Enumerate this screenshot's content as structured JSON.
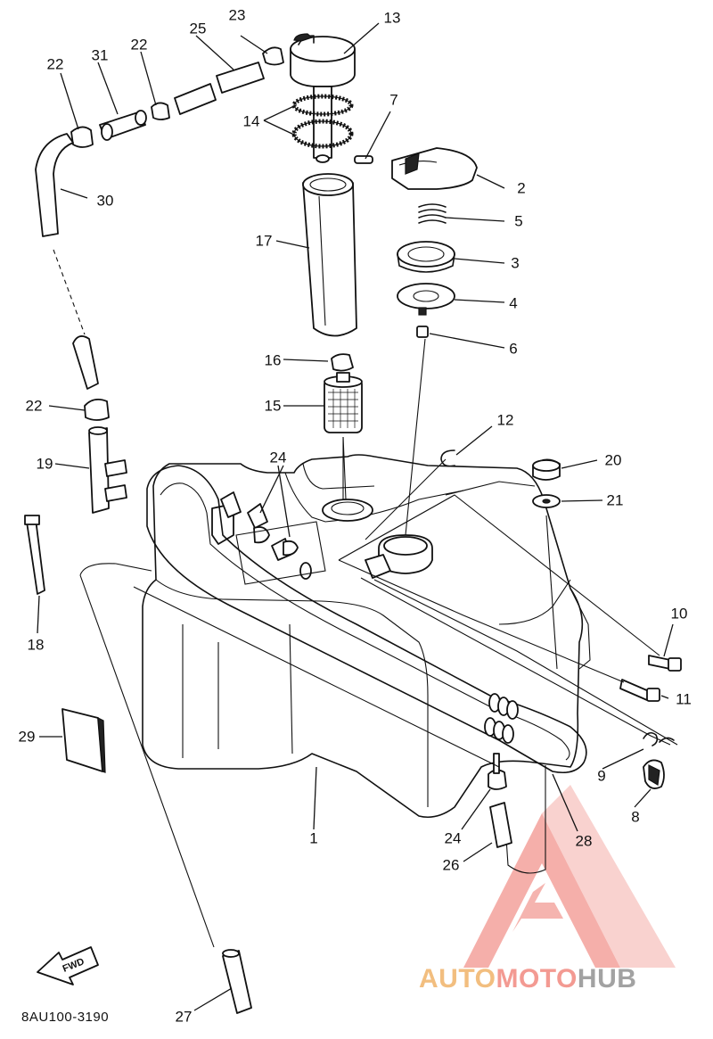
{
  "diagram": {
    "code": "8AU100-3190",
    "fwd_label": "FWD",
    "watermark": {
      "parts": [
        "AUTO",
        "MOTO",
        "HUB"
      ],
      "colors": [
        "#f2be7f",
        "#f39a92",
        "#a2a2a2"
      ],
      "triangle_color": "#f08a82"
    },
    "callouts": {
      "c1": "1",
      "c2": "2",
      "c3": "3",
      "c4": "4",
      "c5": "5",
      "c6": "6",
      "c7": "7",
      "c8": "8",
      "c9": "9",
      "c10": "10",
      "c11": "11",
      "c12": "12",
      "c13": "13",
      "c14": "14",
      "c15": "15",
      "c16": "16",
      "c17": "17",
      "c18": "18",
      "c19": "19",
      "c20": "20",
      "c21": "21",
      "c22a": "22",
      "c22b": "22",
      "c22c": "22",
      "c23": "23",
      "c24a": "24",
      "c24b": "24",
      "c25": "25",
      "c26": "26",
      "c27": "27",
      "c28": "28",
      "c29": "29",
      "c30": "30",
      "c31": "31"
    }
  }
}
